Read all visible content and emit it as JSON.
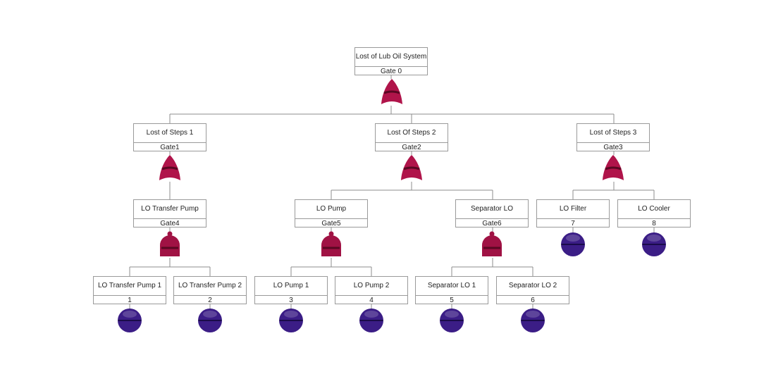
{
  "colors": {
    "or_gate": "#b0144a",
    "and_gate": "#a01244",
    "basic_event": "#3b1d86",
    "connector": "#8c8c8c"
  },
  "nodes": {
    "top": {
      "label": "Lost of Lub Oil System",
      "id": "Gate 0",
      "gate": "or-gate-icon"
    },
    "g1": {
      "label": "Lost of Steps 1",
      "id": "Gate1",
      "gate": "or-gate-icon"
    },
    "g2": {
      "label": "Lost Of Steps 2",
      "id": "Gate2",
      "gate": "or-gate-icon"
    },
    "g3": {
      "label": "Lost of Steps 3",
      "id": "Gate3",
      "gate": "or-gate-icon"
    },
    "g4": {
      "label": "LO Transfer Pump",
      "id": "Gate4",
      "gate": "and-gate-icon"
    },
    "g5": {
      "label": "LO Pump",
      "id": "Gate5",
      "gate": "and-gate-icon"
    },
    "g6": {
      "label": "Separator LO",
      "id": "Gate6",
      "gate": "and-gate-icon"
    },
    "e7": {
      "label": "LO Filter",
      "id": "7",
      "event": "basic-event-icon"
    },
    "e8": {
      "label": "LO Cooler",
      "id": "8",
      "event": "basic-event-icon"
    },
    "e1": {
      "label": "LO Transfer Pump 1",
      "id": "1",
      "event": "basic-event-icon"
    },
    "e2": {
      "label": "LO Transfer Pump 2",
      "id": "2",
      "event": "basic-event-icon"
    },
    "e3": {
      "label": "LO Pump 1",
      "id": "3",
      "event": "basic-event-icon"
    },
    "e4": {
      "label": "LO Pump 2",
      "id": "4",
      "event": "basic-event-icon"
    },
    "e5": {
      "label": "Separator LO 1",
      "id": "5",
      "event": "basic-event-icon"
    },
    "e6": {
      "label": "Separator LO 2",
      "id": "6",
      "event": "basic-event-icon"
    }
  }
}
